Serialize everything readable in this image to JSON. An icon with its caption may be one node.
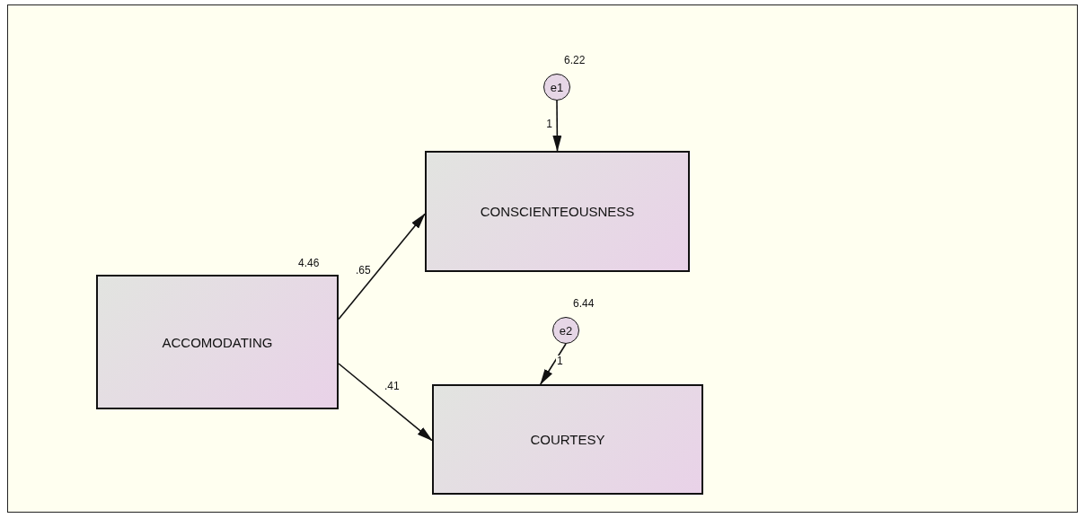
{
  "diagram": {
    "nodes": [
      {
        "text": [
          "ACCOMODATING"
        ],
        "beside": [
          "4.46"
        ]
      },
      {
        "text": [
          "CONSCIENTEOUSNESS"
        ]
      },
      {
        "text": [
          "COURTESY"
        ]
      },
      {
        "text": [
          "e1"
        ],
        "beside": [
          "6.22"
        ]
      },
      {
        "text": [
          "e2"
        ],
        "beside": [
          "6.44"
        ]
      }
    ],
    "edges": [
      {
        "from": 3,
        "to": 1,
        "arrow": "to",
        "label": "1"
      },
      {
        "from": 0,
        "to": 1,
        "arrow": "to",
        "label": ".65"
      },
      {
        "from": 4,
        "to": 2,
        "arrow": "to",
        "label": "1"
      },
      {
        "from": 0,
        "to": 2,
        "arrow": "to",
        "label": ".41"
      }
    ]
  }
}
